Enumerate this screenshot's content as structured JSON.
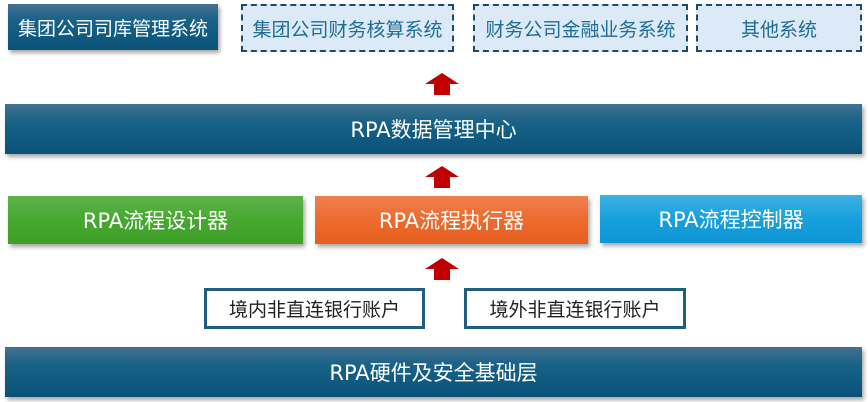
{
  "top_systems": [
    {
      "label": "集团公司司库管理系统",
      "style": "solid"
    },
    {
      "label": "集团公司财务核算系统",
      "style": "dashed"
    },
    {
      "label": "财务公司金融业务系统",
      "style": "dashed"
    },
    {
      "label": "其他系统",
      "style": "dashed"
    }
  ],
  "data_center": {
    "label": "RPA数据管理中心"
  },
  "process_modules": [
    {
      "label": "RPA流程设计器",
      "color": "#46a82f"
    },
    {
      "label": "RPA流程执行器",
      "color": "#ec6b2e"
    },
    {
      "label": "RPA流程控制器",
      "color": "#17a0dc"
    }
  ],
  "bank_accounts": [
    {
      "label": "境内非直连银行账户"
    },
    {
      "label": "境外非直连银行账户"
    }
  ],
  "foundation": {
    "label": "RPA硬件及安全基础层"
  },
  "arrows": {
    "color": "#c00000",
    "icon": "arrow-up-icon"
  },
  "colors": {
    "navy": "#0f5a80",
    "dashed_fill": "#dce9f7",
    "dashed_border": "#1d4a66",
    "outline_border": "#1e5f80"
  }
}
